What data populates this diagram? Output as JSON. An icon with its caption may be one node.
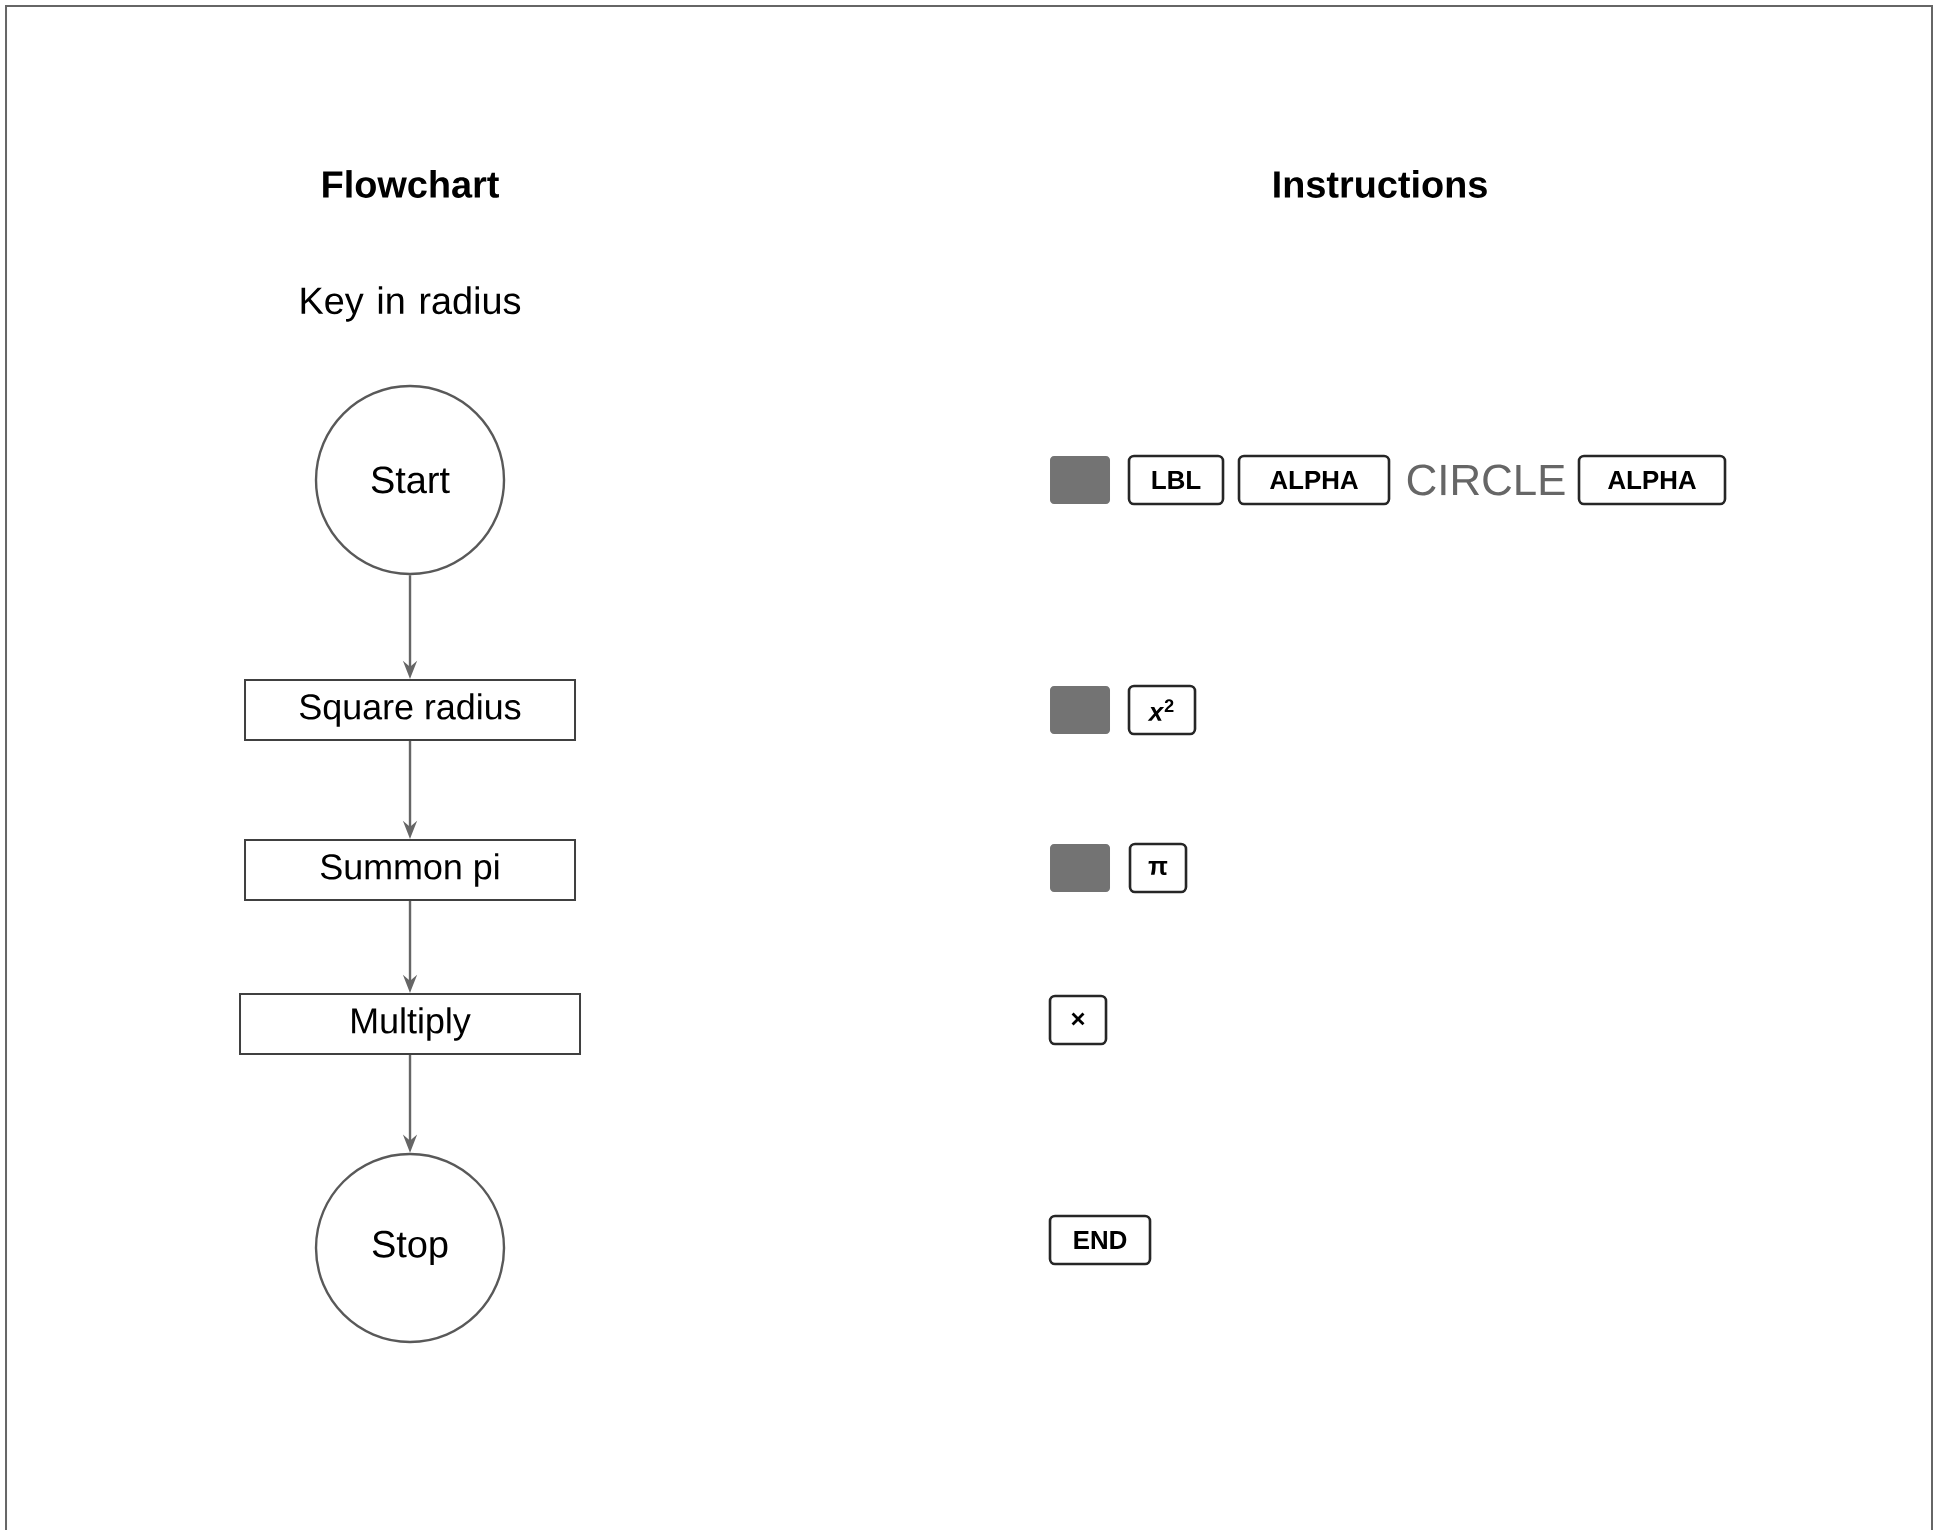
{
  "diagram": {
    "nodes": [
      {
        "text": [
          "Start"
        ],
        "beside": [
          "Key in radius"
        ]
      },
      {
        "text": [
          "Square radius"
        ]
      },
      {
        "text": [
          "Summon pi"
        ]
      },
      {
        "text": [
          "Multiply"
        ]
      },
      {
        "text": [
          "Stop"
        ]
      }
    ],
    "edges": [
      {
        "from": 0,
        "to": 1,
        "arrow": "to"
      },
      {
        "from": 1,
        "to": 2,
        "arrow": "to"
      },
      {
        "from": 2,
        "to": 3,
        "arrow": "to"
      },
      {
        "from": 3,
        "to": 4,
        "arrow": "to"
      }
    ],
    "labels": [
      "Flowchart",
      "Instructions",
      "LBL",
      "ALPHA",
      "CIRCLE",
      "ALPHA",
      "*x*$^{2}$",
      "π",
      "×",
      "END"
    ]
  }
}
